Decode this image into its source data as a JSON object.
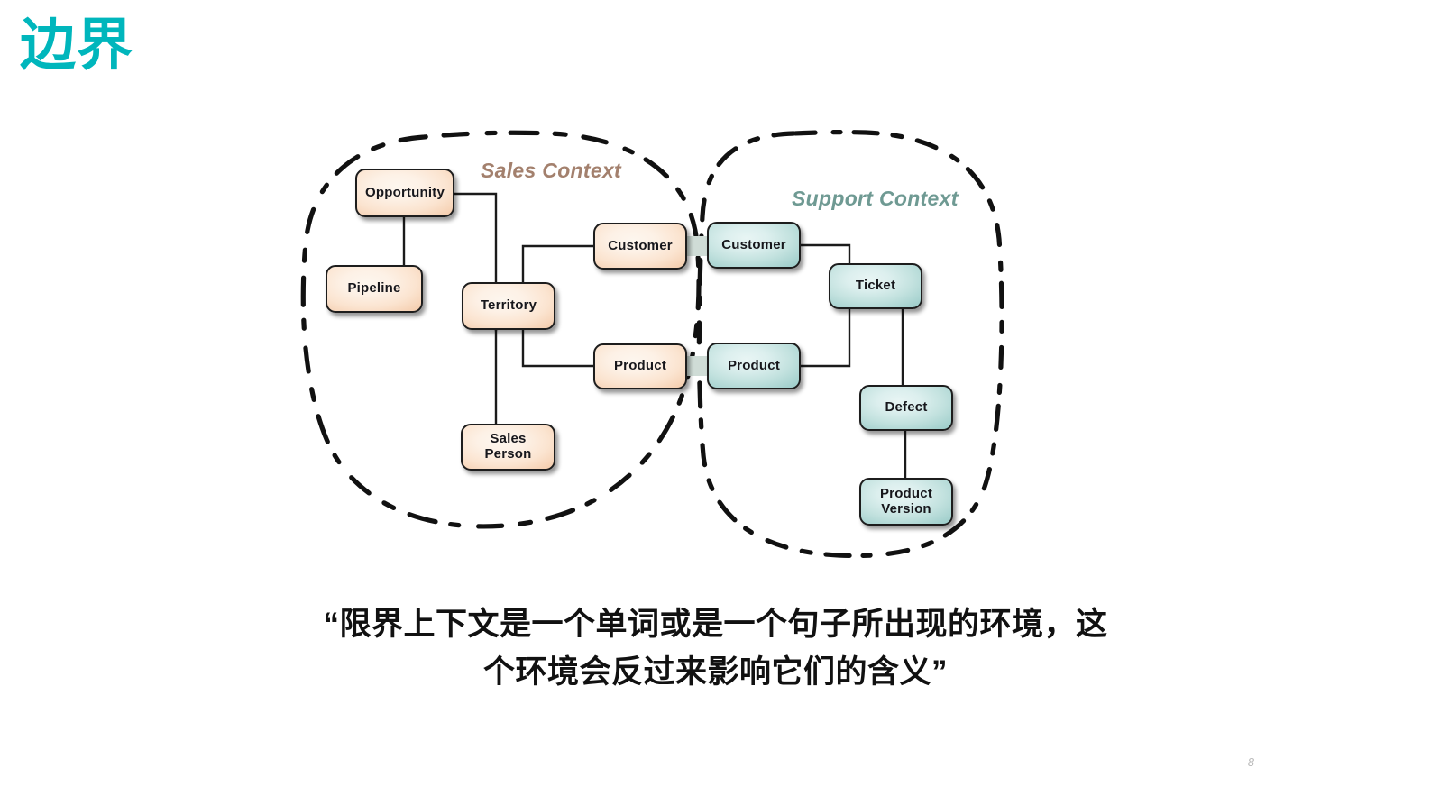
{
  "slide": {
    "title": "边界",
    "title_color": "#00b6bc",
    "page_number": "8",
    "background": "#ffffff"
  },
  "diagram": {
    "contexts": [
      {
        "id": "sales",
        "label": "Sales Context",
        "label_color": "#a3806d",
        "box_fill": "#fbe4d0",
        "boundary_style": "dashed"
      },
      {
        "id": "support",
        "label": "Support Context",
        "label_color": "#6f9a93",
        "box_fill": "#c3e2df",
        "boundary_style": "dashed"
      }
    ],
    "nodes": {
      "opportunity": "Opportunity",
      "pipeline": "Pipeline",
      "territory": "Territory",
      "sales_customer": "Customer",
      "sales_product": "Product",
      "sales_person": "Sales Person",
      "support_customer": "Customer",
      "support_product": "Product",
      "ticket": "Ticket",
      "defect": "Defect",
      "product_version": "Product\nVersion",
      "product_version_line1": "Product",
      "product_version_line2": "Version"
    },
    "edges": [
      {
        "from": "opportunity",
        "to": "pipeline"
      },
      {
        "from": "opportunity",
        "to": "territory"
      },
      {
        "from": "territory",
        "to": "sales_customer"
      },
      {
        "from": "territory",
        "to": "sales_product"
      },
      {
        "from": "territory",
        "to": "sales_person"
      },
      {
        "from": "sales_customer",
        "to": "support_customer",
        "kind": "bridge"
      },
      {
        "from": "sales_product",
        "to": "support_product",
        "kind": "bridge"
      },
      {
        "from": "support_customer",
        "to": "ticket"
      },
      {
        "from": "support_product",
        "to": "ticket"
      },
      {
        "from": "ticket",
        "to": "defect"
      },
      {
        "from": "defect",
        "to": "product_version"
      }
    ]
  },
  "caption": {
    "line1": "“限界上下文是一个单词或是一个句子所出现的环境，这",
    "line2": "个环境会反过来影响它们的含义”"
  }
}
